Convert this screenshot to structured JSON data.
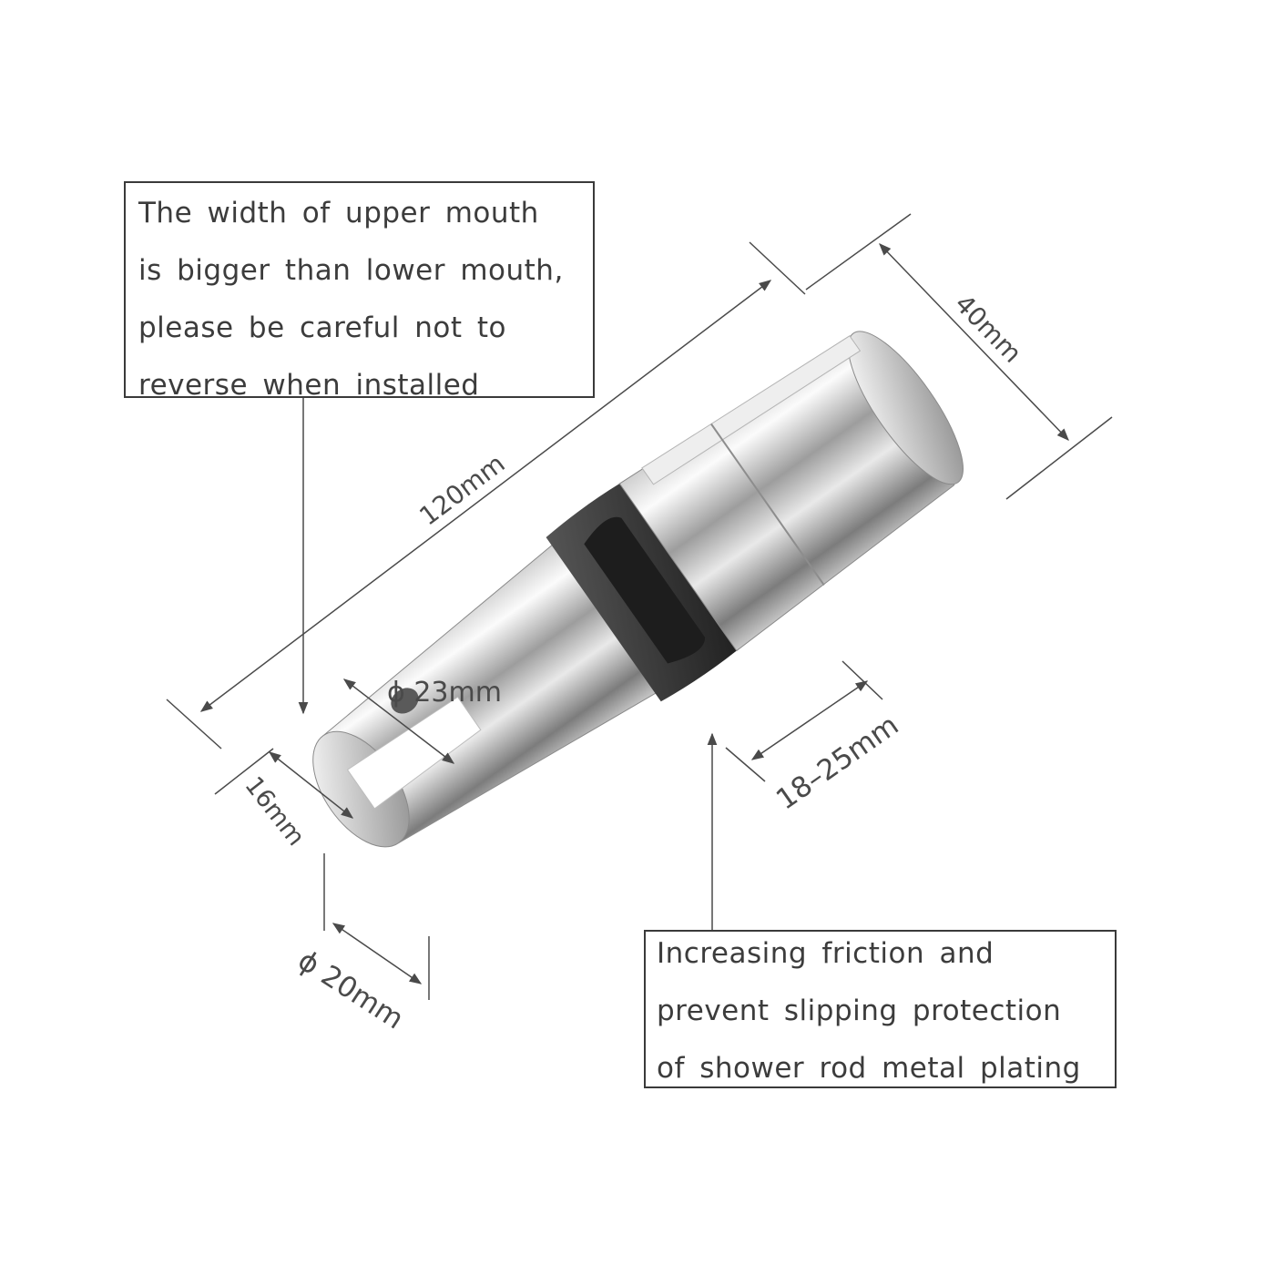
{
  "notes": {
    "upper": {
      "lines": [
        "The width of upper mouth",
        "is bigger than lower mouth,",
        "please be careful not to",
        "reverse when installed"
      ]
    },
    "lower": {
      "lines": [
        "Increasing friction and",
        "prevent slipping protection",
        "of shower rod metal plating"
      ]
    }
  },
  "dimensions": {
    "length": "120mm",
    "diameter": "40mm",
    "upper_mouth": "ϕ 23mm",
    "lower_mouth": "ϕ 20mm",
    "mouth_depth": "16mm",
    "rod_range": "18–25mm"
  },
  "colors": {
    "chrome_light": "#f4f4f4",
    "chrome_mid": "#b9b9b9",
    "chrome_dark": "#6e6e6e",
    "rubber": "#3b3b3b",
    "line": "#4a4a4a"
  }
}
